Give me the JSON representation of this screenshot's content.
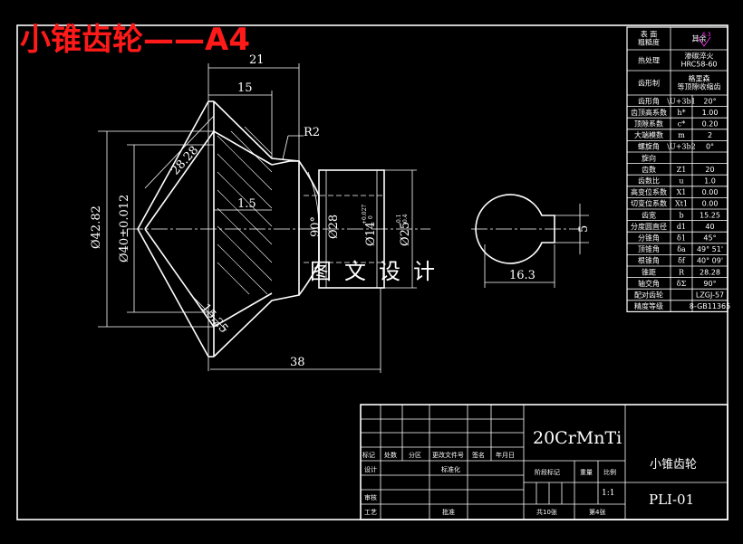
{
  "title": "小锥齿轮——A4",
  "watermark": "图文设计",
  "dims": {
    "d21": "21",
    "d15": "15",
    "r2": "R2",
    "d2828": "28.28",
    "d15b": "1.5",
    "d4282": "Ø42.82",
    "d40": "Ø40±0.012",
    "d90": "90°",
    "d28": "Ø28",
    "d14": "Ø14",
    "d14tol_up": "+0.027",
    "d14tol_lo": "0",
    "d25": "Ø25",
    "d25tol_up": "-0.1",
    "d25tol_lo": "-0.4",
    "d1525": "15.25",
    "d38": "38",
    "d5": "5",
    "d163": "16.3"
  },
  "spec_table": {
    "rows": [
      {
        "label": "表 面\n粗糙度",
        "value": "其余"
      },
      {
        "label": "热处理",
        "value": "渗碳淬火\nHRC58-60"
      },
      {
        "label": "齿形制",
        "value": "格里森\n等顶隙收缩齿"
      },
      {
        "label": "齿形角",
        "symbol": "\\U+3b1",
        "value": "20°"
      },
      {
        "label": "齿顶高系数",
        "symbol": "h*",
        "value": "1.00"
      },
      {
        "label": "顶隙系数",
        "symbol": "c*",
        "value": "0.20"
      },
      {
        "label": "大端模数",
        "symbol": "m",
        "value": "2"
      },
      {
        "label": "螺旋角",
        "symbol": "\\U+3b2",
        "value": "0°"
      },
      {
        "label": "旋向",
        "symbol": "",
        "value": ""
      },
      {
        "label": "齿数",
        "symbol": "Z1",
        "value": "20"
      },
      {
        "label": "齿数比",
        "symbol": "u",
        "value": "1.0"
      },
      {
        "label": "高变位系数",
        "symbol": "X1",
        "value": "0.00"
      },
      {
        "label": "切变位系数",
        "symbol": "Xt1",
        "value": "0.00"
      },
      {
        "label": "齿宽",
        "symbol": "b",
        "value": "15.25"
      },
      {
        "label": "分度圆直径",
        "symbol": "d1",
        "value": "40"
      },
      {
        "label": "分锥角",
        "symbol": "δ1",
        "value": "45°"
      },
      {
        "label": "顶锥角",
        "symbol": "δa",
        "value": "49° 51'"
      },
      {
        "label": "根锥角",
        "symbol": "δf",
        "value": "40° 09'"
      },
      {
        "label": "锥距",
        "symbol": "R",
        "value": "28.28"
      },
      {
        "label": "轴交角",
        "symbol": "δΣ",
        "value": "90°"
      },
      {
        "label": "配对齿轮",
        "symbol": "",
        "value": "LZGJ-57"
      },
      {
        "label": "精度等级",
        "symbol": "",
        "value": "8-GB11365"
      }
    ],
    "roughness": "6.3"
  },
  "title_block": {
    "material": "20CrMnTi",
    "part_name": "小锥齿轮",
    "drawing_no": "PLI-01",
    "scale": "1:1",
    "labels": {
      "mark": "标记",
      "count": "处数",
      "zone": "分区",
      "change_doc": "更改文件号",
      "sign": "签名",
      "date": "年月日",
      "design": "设计",
      "standard": "标准化",
      "stage_mark": "阶段标记",
      "weight": "重量",
      "scale_label": "比例",
      "check": "审核",
      "process": "工艺",
      "approve": "批准",
      "sheets_total": "共10张",
      "sheet_no": "第4张"
    }
  }
}
